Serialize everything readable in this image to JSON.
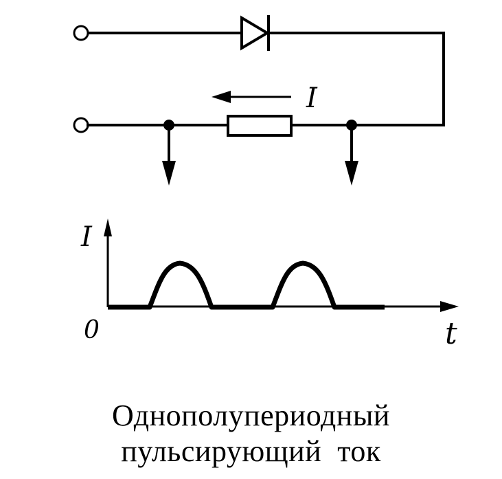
{
  "circuit": {
    "current_label": "I"
  },
  "graph": {
    "y_axis_label": "I",
    "x_axis_label": "t",
    "origin_label": "0"
  },
  "caption": {
    "line1": "Однополупериодный",
    "line2": "пульсирующий  ток"
  },
  "colors": {
    "ink": "#000000",
    "background": "#ffffff"
  }
}
